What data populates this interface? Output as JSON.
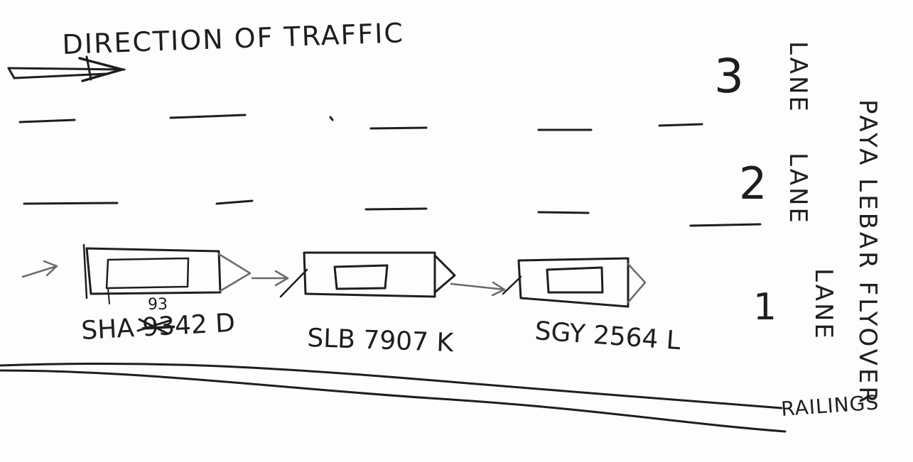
{
  "title": "DIRECTION OF TRAFFIC",
  "road_name": "PAYA LEBAR FLYOVER",
  "lanes": [
    {
      "label": "LANE",
      "number": "3"
    },
    {
      "label": "LANE",
      "number": "2"
    },
    {
      "label": "LANE",
      "number": "1"
    }
  ],
  "vehicles": [
    {
      "plate": "SHA 9342 D",
      "plate_display": "SHA ",
      "plate_crossed": "93",
      "plate_tail": "42 D",
      "plate_correction": "93"
    },
    {
      "plate": "SLB 7907 K"
    },
    {
      "plate": "SGY 2564 L"
    }
  ],
  "railings_label": "RAILINGS"
}
